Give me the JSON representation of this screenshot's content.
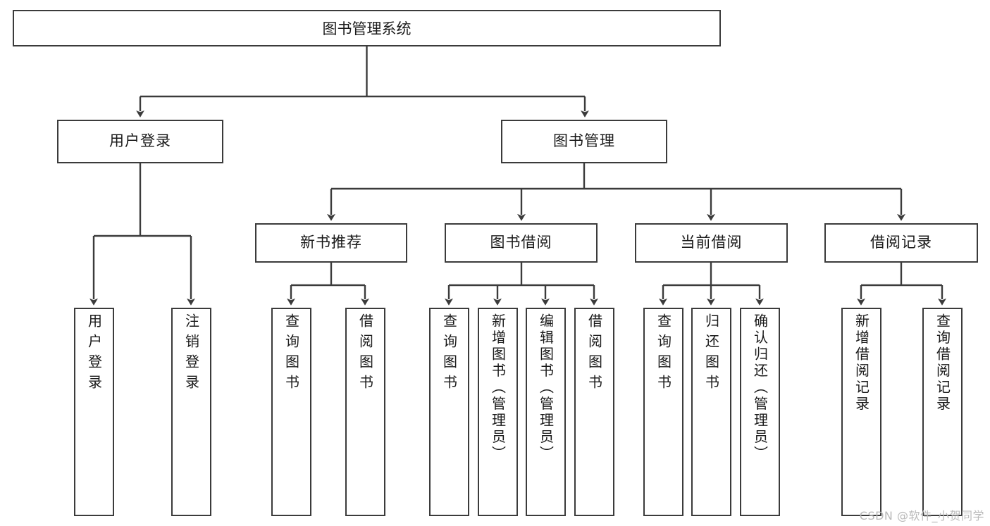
{
  "diagram": {
    "title": "图书管理系统",
    "watermark": "CSDN @软件_小贺同学",
    "root": {
      "label": "图书管理系统"
    },
    "level2": [
      {
        "label": "用户登录"
      },
      {
        "label": "图书管理"
      }
    ],
    "level3": [
      {
        "label": "新书推荐"
      },
      {
        "label": "图书借阅"
      },
      {
        "label": "当前借阅"
      },
      {
        "label": "借阅记录"
      }
    ],
    "leaves": [
      {
        "label": "用户登录"
      },
      {
        "label": "注销登录"
      },
      {
        "label": "查询图书"
      },
      {
        "label": "借阅图书"
      },
      {
        "label": "查询图书"
      },
      {
        "label": "新增图书（管理员）"
      },
      {
        "label": "编辑图书（管理员）"
      },
      {
        "label": "借阅图书"
      },
      {
        "label": "查询图书"
      },
      {
        "label": "归还图书"
      },
      {
        "label": "确认归还（管理员）"
      },
      {
        "label": "新增借阅记录"
      },
      {
        "label": "查询借阅记录"
      }
    ],
    "colors": {
      "stroke": "#3b3b3b",
      "fill": "#ffffff",
      "text": "#1a1a1a",
      "watermark": "#b9b9b9"
    }
  }
}
